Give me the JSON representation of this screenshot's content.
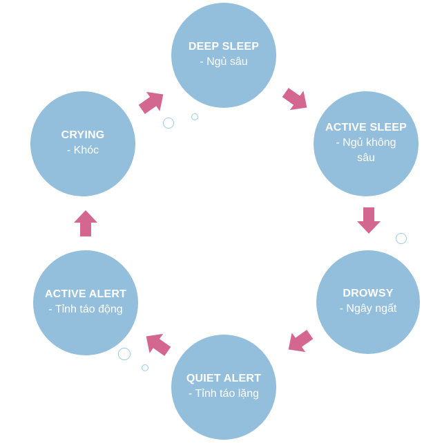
{
  "diagram": {
    "colors": {
      "circle": "#93bfdc",
      "arrow": "#d4678f",
      "text": "#ffffff",
      "bubble": "#9ccbe6"
    },
    "states": [
      {
        "title": "DEEP SLEEP",
        "subtitle": "- Ngủ sâu"
      },
      {
        "title": "ACTIVE SLEEP",
        "subtitle": "- Ngủ không sâu"
      },
      {
        "title": "DROWSY",
        "subtitle": "- Ngây ngất"
      },
      {
        "title": "QUIET ALERT",
        "subtitle": "- Tỉnh táo lặng"
      },
      {
        "title": "ACTIVE ALERT",
        "subtitle": "- Tỉnh táo động"
      },
      {
        "title": "CRYING",
        "subtitle": "- Khóc"
      }
    ]
  }
}
